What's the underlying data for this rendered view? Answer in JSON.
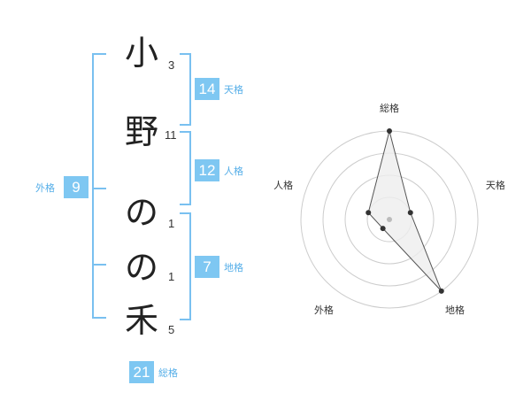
{
  "name": {
    "characters": [
      {
        "char": "小",
        "strokes": "3"
      },
      {
        "char": "野",
        "strokes": "11"
      },
      {
        "char": "の",
        "strokes": "1"
      },
      {
        "char": "の",
        "strokes": "1"
      },
      {
        "char": "禾",
        "strokes": "5"
      }
    ]
  },
  "fortune": {
    "tenkaku": {
      "label": "天格",
      "value": "14"
    },
    "jinkaku": {
      "label": "人格",
      "value": "12"
    },
    "chikaku": {
      "label": "地格",
      "value": "7"
    },
    "gaikaku": {
      "label": "外格",
      "value": "9"
    },
    "soukaku": {
      "label": "総格",
      "value": "21"
    }
  },
  "chart_data": {
    "type": "radar",
    "axes": [
      "総格",
      "天格",
      "地格",
      "外格",
      "人格"
    ],
    "values": [
      4,
      1,
      4,
      0.5,
      1
    ],
    "max": 4,
    "rings": 4,
    "colors": {
      "ring": "#cccccc",
      "fill": "#eeeeee",
      "line": "#555555",
      "point": "#333333",
      "center": "#bbbbbb"
    }
  },
  "colors": {
    "accent": "#7ec7f2",
    "bracket": "#79c0f0",
    "label": "#55aee8"
  }
}
